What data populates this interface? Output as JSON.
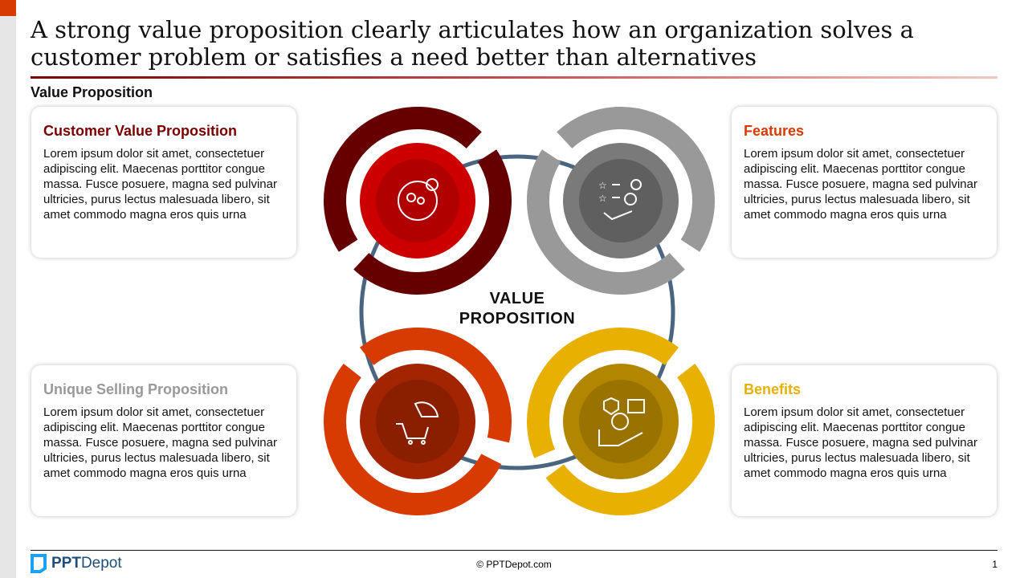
{
  "title": "A strong value proposition clearly articulates how an organization solves a customer problem or satisfies a need better than alternatives",
  "subtitle": "Value Proposition",
  "center_label_1": "VALUE",
  "center_label_2": "PROPOSITION",
  "cards": [
    {
      "title": "Customer Value Proposition",
      "color": "#7a0000",
      "text": "Lorem ipsum dolor sit amet, consectetuer adipiscing elit. Maecenas porttitor congue massa. Fusce posuere, magna sed pulvinar ultricies, purus lectus malesuada libero, sit amet commodo magna eros quis urna"
    },
    {
      "title": "Features",
      "color": "#d83b01",
      "text": "Lorem ipsum dolor sit amet, consectetuer adipiscing elit. Maecenas porttitor congue massa. Fusce posuere, magna sed pulvinar ultricies, purus lectus malesuada libero, sit amet commodo magna eros quis urna"
    },
    {
      "title": "Unique Selling Proposition",
      "color": "#999999",
      "text": "Lorem ipsum dolor sit amet, consectetuer adipiscing elit. Maecenas porttitor congue massa. Fusce posuere, magna sed pulvinar ultricies, purus lectus malesuada libero, sit amet commodo magna eros quis urna"
    },
    {
      "title": "Benefits",
      "color": "#e8b000",
      "text": "Lorem ipsum dolor sit amet, consectetuer adipiscing elit. Maecenas porttitor congue massa. Fusce posuere, magna sed pulvinar ultricies, purus lectus malesuada libero, sit amet commodo magna eros quis urna"
    }
  ],
  "footer": {
    "logo_bold": "PPT",
    "logo_light": "Depot",
    "copyright": "© PPTDepot.com",
    "page": "1"
  }
}
